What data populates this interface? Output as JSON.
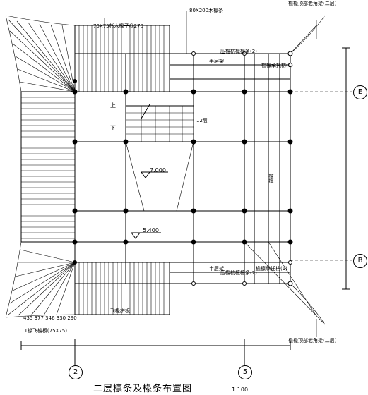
{
  "drawing": {
    "title": "二层檩条及椽条布置图",
    "scale": "1:100",
    "axes": {
      "top_right": "E",
      "bottom_right": "B",
      "bottom_left": "2",
      "bottom_right_col": "5"
    },
    "labels": {
      "rafter_spacing": "75X75杉木椽子@270",
      "purlin_size": "80X200木檩条",
      "eave_top": "檐椽顶部老角梁(二层)",
      "eave_bottom": "檐椽顶部老角梁(二层)",
      "purlin_2_top": "压檐枋檩檩条(2)",
      "purlin_2_bot": "压檐枋檩檩条(2)",
      "purlin_1_top": "檐檩承托枋(1)",
      "purlin_1_bot": "檐檩承托枋(1)",
      "half_frame_top": "半层架",
      "half_frame_bot": "半层架",
      "flying_rafter": "飞椽拼板",
      "bottom_rafter": "11椽飞檐板(75X75)",
      "ridge": "檐檩",
      "stair_up": "上",
      "stair_down": "下",
      "stair_flight": "12层",
      "elev_lower": "7.000",
      "elev_upper": "5.400",
      "dims": "435 377 346 330 290"
    }
  }
}
